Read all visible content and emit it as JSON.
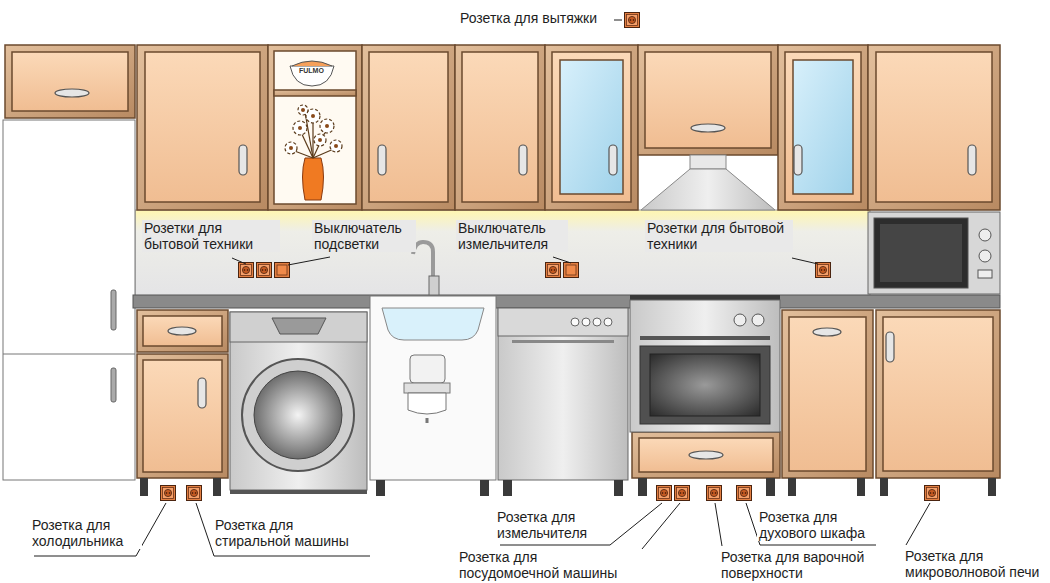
{
  "diagram": {
    "labels": [
      "Розетка для вытяжки",
      "Розетки для бытовой техники",
      "Выключатель подсветки",
      "Выключатель измельчителя",
      "Розетки для бытовой техники",
      "Розетка для холодильника",
      "Розетка для стиральной машины",
      "Розетка для измельчителя",
      "Розетка для посудомоечной машины",
      "Розетка для духового шкафа",
      "Розетка для варочной поверхности",
      "Розетка для микроволновой печи",
      "FULMO"
    ]
  }
}
